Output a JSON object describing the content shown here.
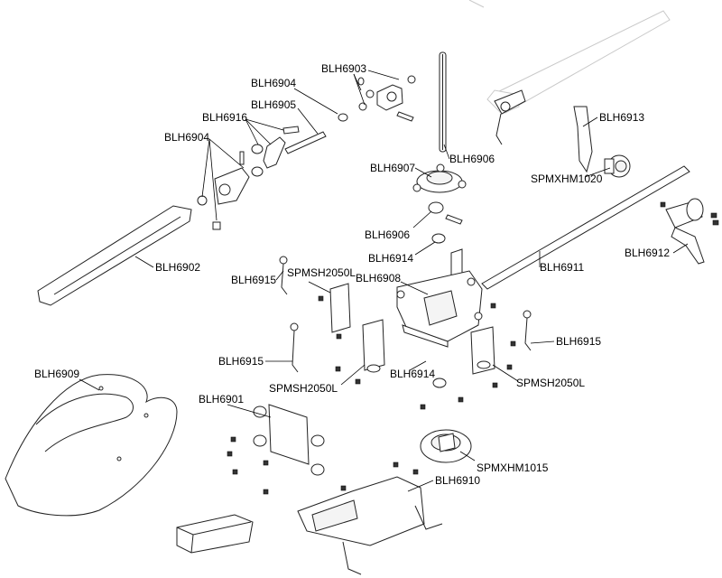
{
  "labels": {
    "blh6904_top": "BLH6904",
    "blh6903": "BLH6903",
    "blh6905": "BLH6905",
    "blh6916": "BLH6916",
    "blh6904_left": "BLH6904",
    "blh6913": "BLH6913",
    "blh6907": "BLH6907",
    "blh6906_top": "BLH6906",
    "spmxhm1020": "SPMXHM1020",
    "blh6906_mid": "BLH6906",
    "blh6914_top": "BLH6914",
    "blh6902": "BLH6902",
    "blh6912": "BLH6912",
    "blh6911": "BLH6911",
    "blh6915_left": "BLH6915",
    "spmsh2050l_left": "SPMSH2050L",
    "blh6908": "BLH6908",
    "blh6915_mid": "BLH6915",
    "blh6915_right": "BLH6915",
    "spmsh2050l_mid": "SPMSH2050L",
    "blh6914_mid": "BLH6914",
    "spmsh2050l_right": "SPMSH2050L",
    "blh6909": "BLH6909",
    "blh6901": "BLH6901",
    "spmxhm1015": "SPMXHM1015",
    "blh6910": "BLH6910"
  }
}
